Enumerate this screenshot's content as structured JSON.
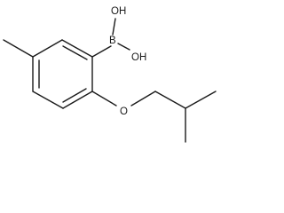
{
  "molecule": {
    "atoms": {
      "boron": "B",
      "hydroxyl_top": "OH",
      "hydroxyl_right": "OH",
      "ether_oxygen": "O"
    }
  }
}
